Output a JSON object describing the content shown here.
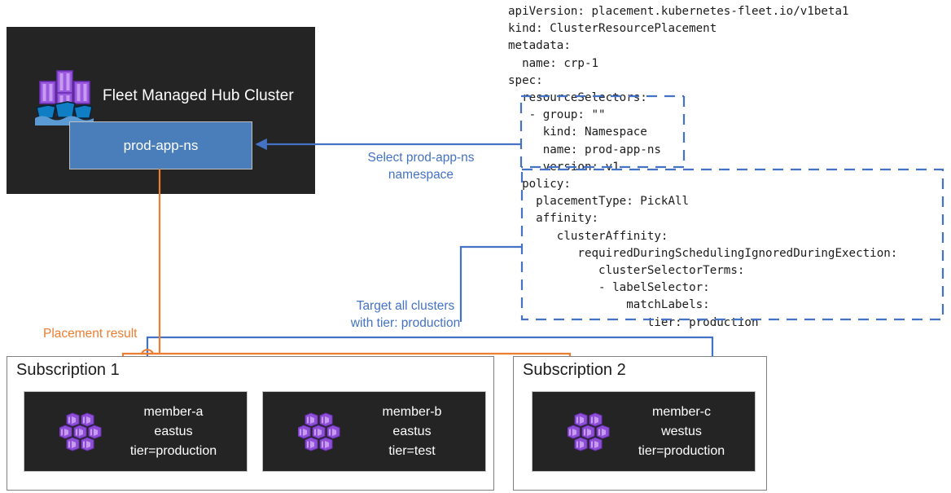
{
  "colors": {
    "panel_dark": "#242424",
    "namespace_blue": "#4a7ebb",
    "accent_blue": "#4472c4",
    "accent_orange": "#ed7d31",
    "icon_purple": "#9b59e0",
    "icon_ship_blue": "#0f7ec4",
    "border_gray": "#808080"
  },
  "hub": {
    "title": "Fleet Managed Hub Cluster",
    "icon": "fleet-containers-ships-icon",
    "namespace_label": "prod-app-ns"
  },
  "yaml": {
    "text": "apiVersion: placement.kubernetes-fleet.io/v1beta1\nkind: ClusterResourcePlacement\nmetadata:\n  name: crp-1\nspec:\n  resourceSelectors:\n   - group: \"\"\n     kind: Namespace\n     name: prod-app-ns\n     version: v1\n  policy:\n    placementType: PickAll\n    affinity:\n       clusterAffinity:\n          requiredDuringSchedulingIgnoredDuringExection:\n             clusterSelectorTerms:\n             - labelSelector:\n                 matchLabels:\n                    tier: production",
    "highlight_boxes": [
      {
        "name": "resource-selectors-highlight",
        "label": "resourceSelectors"
      },
      {
        "name": "policy-highlight",
        "label": "policy"
      }
    ]
  },
  "annotations": {
    "select_namespace": "Select prod-app-ns\nnamespace",
    "select_namespace_line1": "Select prod-app-ns",
    "select_namespace_line2": "namespace",
    "target_clusters_line1": "Target all clusters",
    "target_clusters_line2": "with tier: production",
    "placement_result": "Placement result"
  },
  "subscriptions": [
    {
      "title": "Subscription 1",
      "members": [
        {
          "name": "member-a",
          "region": "eastus",
          "label": "tier=production",
          "icon": "member-cluster-icon"
        },
        {
          "name": "member-b",
          "region": "eastus",
          "label": "tier=test",
          "icon": "member-cluster-icon"
        }
      ]
    },
    {
      "title": "Subscription 2",
      "members": [
        {
          "name": "member-c",
          "region": "westus",
          "label": "tier=production",
          "icon": "member-cluster-icon"
        }
      ]
    }
  ]
}
